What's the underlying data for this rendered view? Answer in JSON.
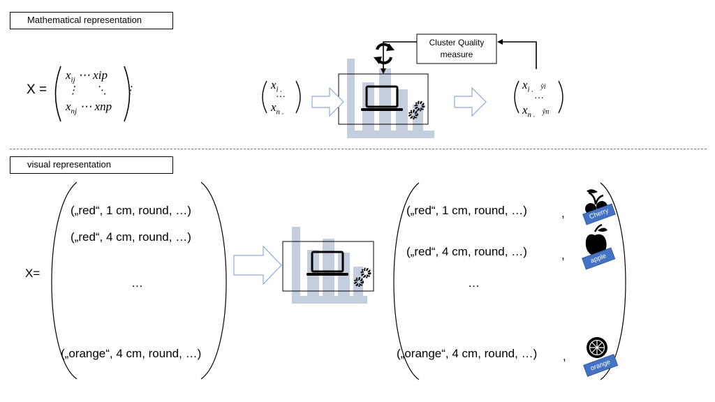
{
  "header": {
    "math_label": "Mathematical representation",
    "visual_label": "visual representation"
  },
  "math": {
    "x_lhs": "X =",
    "m_x": "x",
    "m_ij": "ij",
    "m_nj": "nj",
    "m_cdots_xip": "⋯ xip",
    "m_cdots_xnp": "⋯ xnp",
    "m_vdots": "⋮",
    "m_ddots": "⋱",
    "in_i": "i .",
    "in_n": "n .",
    "ellipsis": "…",
    "out_i": "i .",
    "out_n": "n .",
    "out_yi": "ŷi",
    "out_yn": "ŷn",
    "feedback_box": "Cluster Quality measure"
  },
  "visual": {
    "x_lhs": "X=",
    "left_rows": [
      "„red“, 1 cm, round, …)",
      "„red“, 4 cm, round, …)",
      "…",
      "(„orange“, 4 cm, round, …)"
    ],
    "left_row1": "(„red“, 1 cm, round, …)",
    "left_row2": "(„red“, 4 cm, round, …)",
    "left_dots": "…",
    "left_row4": "(„orange“, 4 cm, round, …)",
    "right_row1": "(„red“, 1 cm, round, …)",
    "right_row2": "(„red“, 4 cm, round, …)",
    "right_dots": "…",
    "right_row4": "(„orange“, 4 cm, round, …)",
    "comma": ",",
    "labels": [
      "Cherry",
      "apple",
      "orange"
    ]
  },
  "colors": {
    "tag_blue": "#4472c4",
    "chart_grey": "#c5cede",
    "arrow_outline": "#8faadc"
  },
  "icons": [
    "laptop-icon",
    "gears-icon",
    "refresh-icon",
    "cherry-icon",
    "apple-icon",
    "orange-icon"
  ]
}
